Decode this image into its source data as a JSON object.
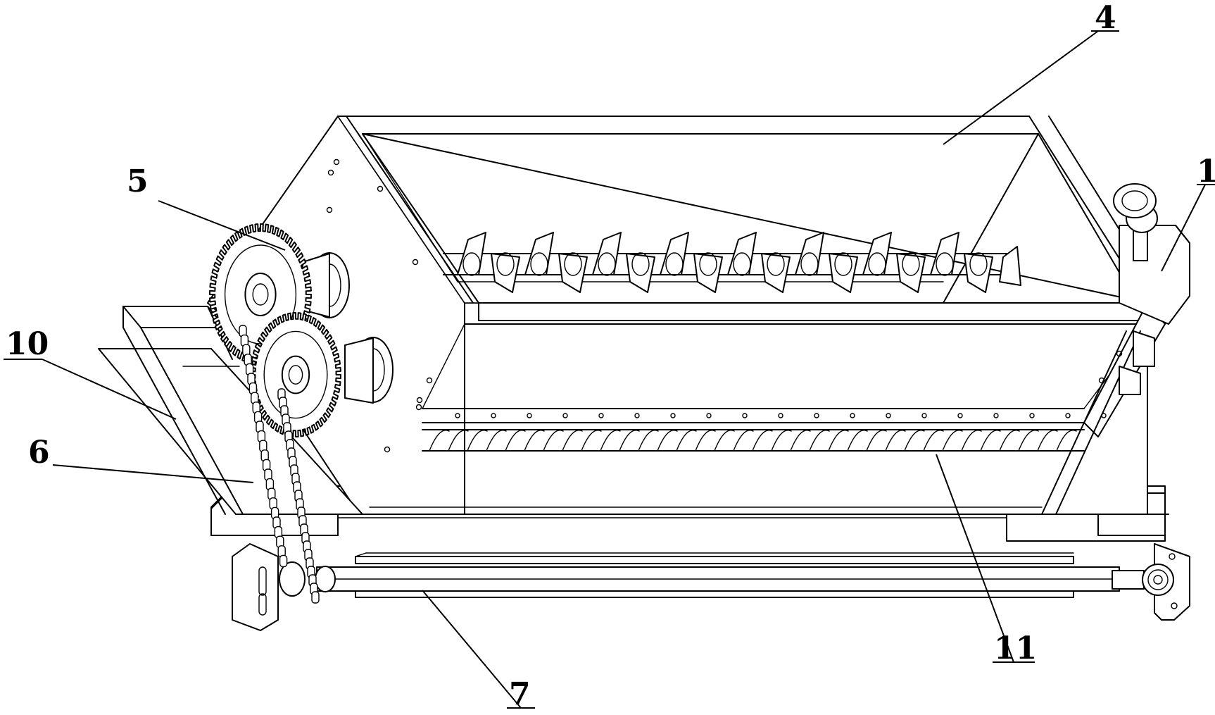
{
  "labels": {
    "l1": "1",
    "l4": "4",
    "l5": "5",
    "l6": "6",
    "l7": "7",
    "l10": "10",
    "l11": "11"
  }
}
